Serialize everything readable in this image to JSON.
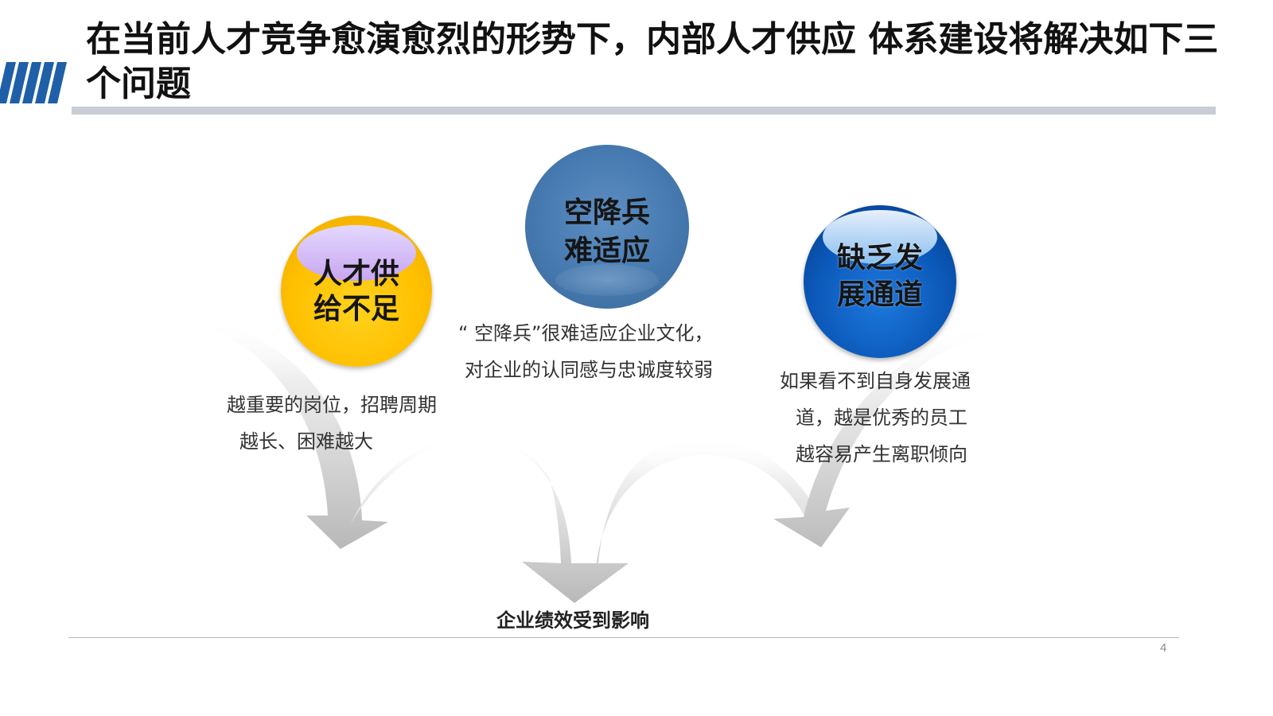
{
  "slide": {
    "title": "在当前人才竞争愈演愈烈的形势下，内部人才供应 体系建设将解决如下三个问题",
    "page_number": "4"
  },
  "circles": [
    {
      "label_line1": "人才供",
      "label_line2": "给不足",
      "color": "#FFC000",
      "description": [
        "越重要的岗位，招聘周期",
        "越长、困难越大"
      ]
    },
    {
      "label_line1": "空降兵",
      "label_line2": "难适应",
      "color": "#4A7AB0",
      "description": [
        "“ 空降兵”很难适应企业文化，",
        "对企业的认同感与忠诚度较弱"
      ]
    },
    {
      "label_line1": "缺乏发",
      "label_line2": "展通道",
      "color": "#0B58B8",
      "description": [
        "如果看不到自身发展通",
        "道，越是优秀的员工",
        "越容易产生离职倾向"
      ]
    }
  ],
  "outcome_label": "企业绩效受到影响",
  "colors": {
    "accent_blue": "#1F5FA8",
    "rule_gray": "#C9CED4",
    "arrow_gray": "#BFBFBF"
  }
}
